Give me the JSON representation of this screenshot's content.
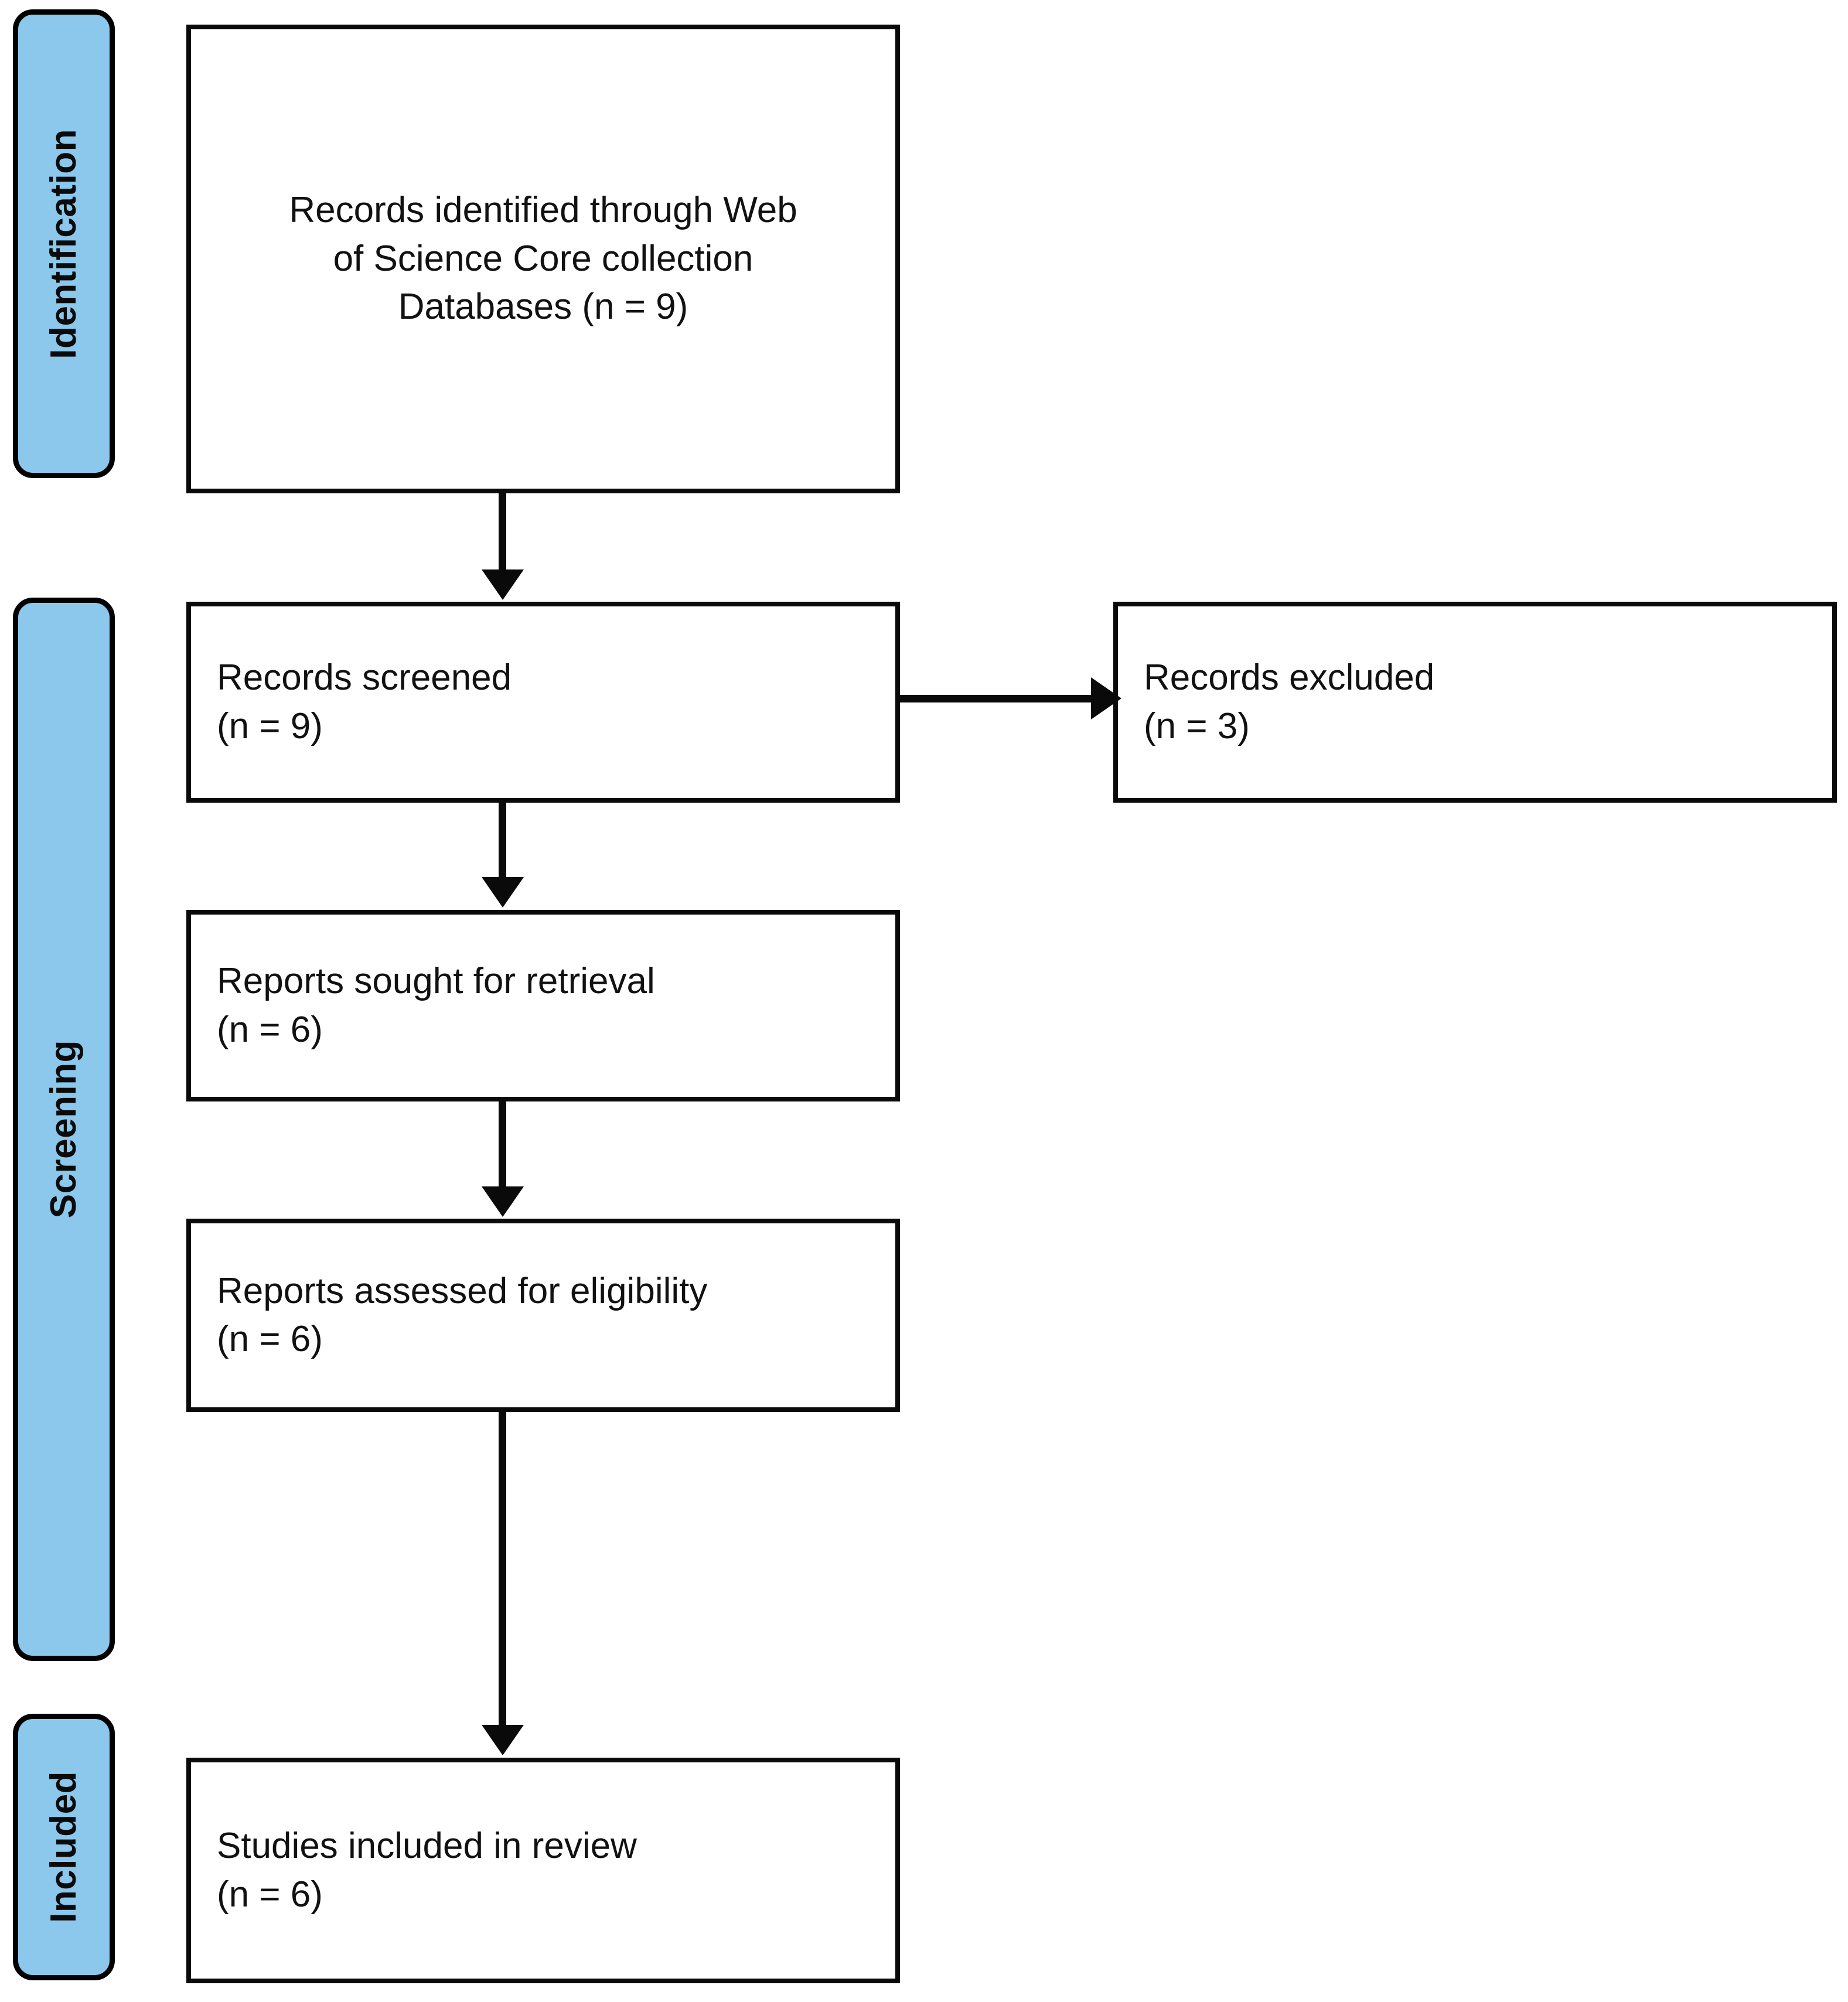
{
  "diagram": {
    "type": "prisma-flow-diagram",
    "accent_color": "#8CC7EC",
    "line_color": "#0a0a0a",
    "background_color": "#ffffff"
  },
  "stages": [
    {
      "id": "identification",
      "label": "Identification"
    },
    {
      "id": "screening",
      "label": "Screening"
    },
    {
      "id": "included",
      "label": "Included"
    }
  ],
  "boxes": {
    "identified": {
      "text": "Records identified through Web\nof Science Core collection\nDatabases (n = 9)",
      "count": 9
    },
    "screened": {
      "text": "Records screened\n(n = 9)",
      "count": 9
    },
    "excluded": {
      "text": "Records excluded\n(n = 3)",
      "count": 3
    },
    "sought": {
      "text": "Reports sought for retrieval\n(n = 6)",
      "count": 6
    },
    "assessed": {
      "text": "Reports assessed for eligibility\n(n = 6)",
      "count": 6
    },
    "included": {
      "text": "Studies included in review\n(n = 6)",
      "count": 6
    }
  }
}
